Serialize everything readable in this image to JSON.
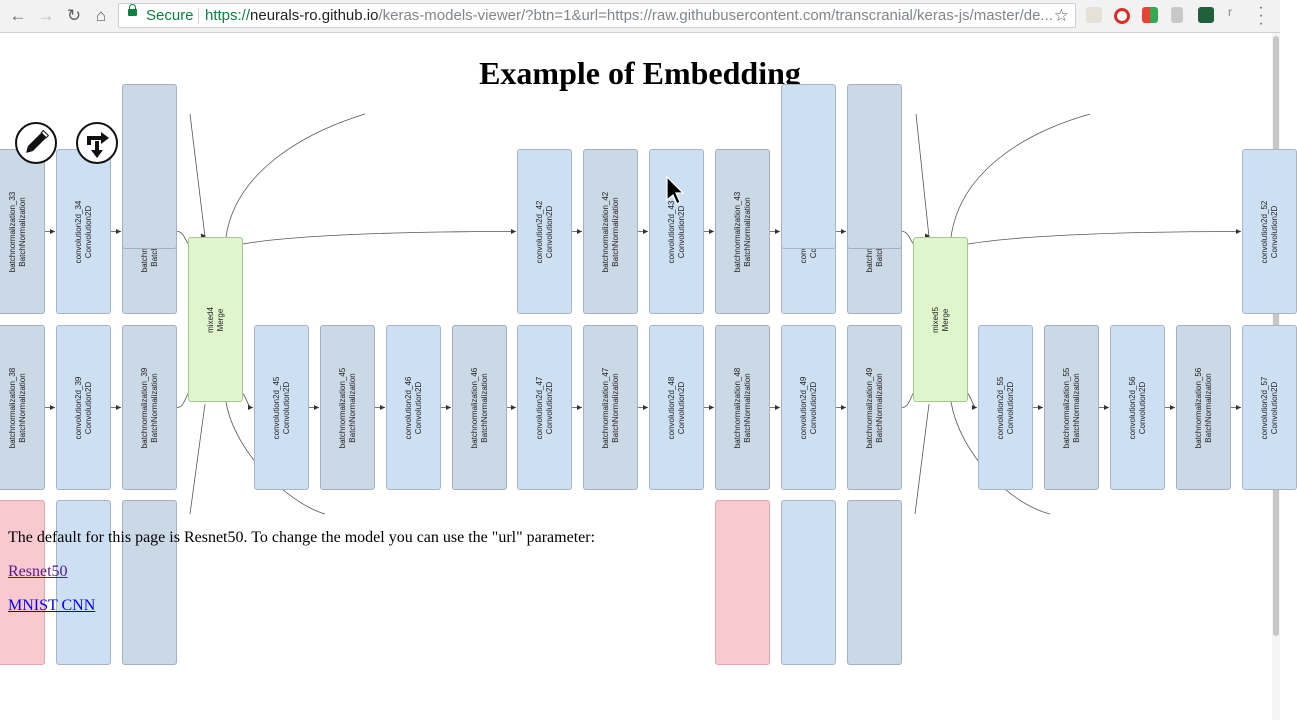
{
  "browser": {
    "secure_label": "Secure",
    "url_scheme": "https://",
    "url_host": "neurals-ro.github.io",
    "url_rest": "/keras-models-viewer/?btn=1&url=https://raw.githubusercontent.com/transcranial/keras-js/master/de..."
  },
  "page": {
    "title": "Example of Embedding",
    "description": "The default for this page is Resnet50. To change the model you can use the \"url\" parameter:",
    "links": [
      "Resnet50",
      "MNIST CNN"
    ]
  },
  "graph": {
    "nodes_top": [
      {
        "name": "batchnormalization_33",
        "type": "BatchNormalization"
      },
      {
        "name": "convolution2d_34",
        "type": "Convolution2D"
      },
      {
        "name": "batchnormalization_34",
        "type": "BatchNormalization"
      },
      {
        "name": "convolution2d_42",
        "type": "Convolution2D"
      },
      {
        "name": "batchnormalization_42",
        "type": "BatchNormalization"
      },
      {
        "name": "convolution2d_43",
        "type": "Convolution2D"
      },
      {
        "name": "batchnormalization_43",
        "type": "BatchNormalization"
      },
      {
        "name": "convolution2d_44",
        "type": "Convolution2D"
      },
      {
        "name": "batchnormalization_44",
        "type": "BatchNormalization"
      },
      {
        "name": "convolution2d_52",
        "type": "Convolution2D"
      }
    ],
    "merges": [
      {
        "name": "mixed4",
        "type": "Merge"
      },
      {
        "name": "mixed5",
        "type": "Merge"
      }
    ],
    "nodes_bottom": [
      {
        "name": "batchnormalization_38",
        "type": "BatchNormalization"
      },
      {
        "name": "convolution2d_39",
        "type": "Convolution2D"
      },
      {
        "name": "batchnormalization_39",
        "type": "BatchNormalization"
      },
      {
        "name": "convolution2d_45",
        "type": "Convolution2D"
      },
      {
        "name": "batchnormalization_45",
        "type": "BatchNormalization"
      },
      {
        "name": "convolution2d_46",
        "type": "Convolution2D"
      },
      {
        "name": "batchnormalization_46",
        "type": "BatchNormalization"
      },
      {
        "name": "convolution2d_47",
        "type": "Convolution2D"
      },
      {
        "name": "batchnormalization_47",
        "type": "BatchNormalization"
      },
      {
        "name": "convolution2d_48",
        "type": "Convolution2D"
      },
      {
        "name": "batchnormalization_48",
        "type": "BatchNormalization"
      },
      {
        "name": "convolution2d_49",
        "type": "Convolution2D"
      },
      {
        "name": "batchnormalization_49",
        "type": "BatchNormalization"
      },
      {
        "name": "convolution2d_55",
        "type": "Convolution2D"
      },
      {
        "name": "batchnormalization_55",
        "type": "BatchNormalization"
      },
      {
        "name": "convolution2d_56",
        "type": "Convolution2D"
      },
      {
        "name": "batchnormalization_56",
        "type": "BatchNormalization"
      },
      {
        "name": "convolution2d_57",
        "type": "Convolution2D"
      }
    ],
    "tools": [
      "pencil-icon",
      "swap-icon"
    ]
  },
  "colors": {
    "conv_node": "#cddff2",
    "bn_node": "#cbd8e6",
    "merge_node": "#dff5cc",
    "partial_red_node": "#f9c9d0",
    "secure_green": "#0b8043",
    "visited_link": "#551a8b",
    "link": "#0000ee"
  }
}
